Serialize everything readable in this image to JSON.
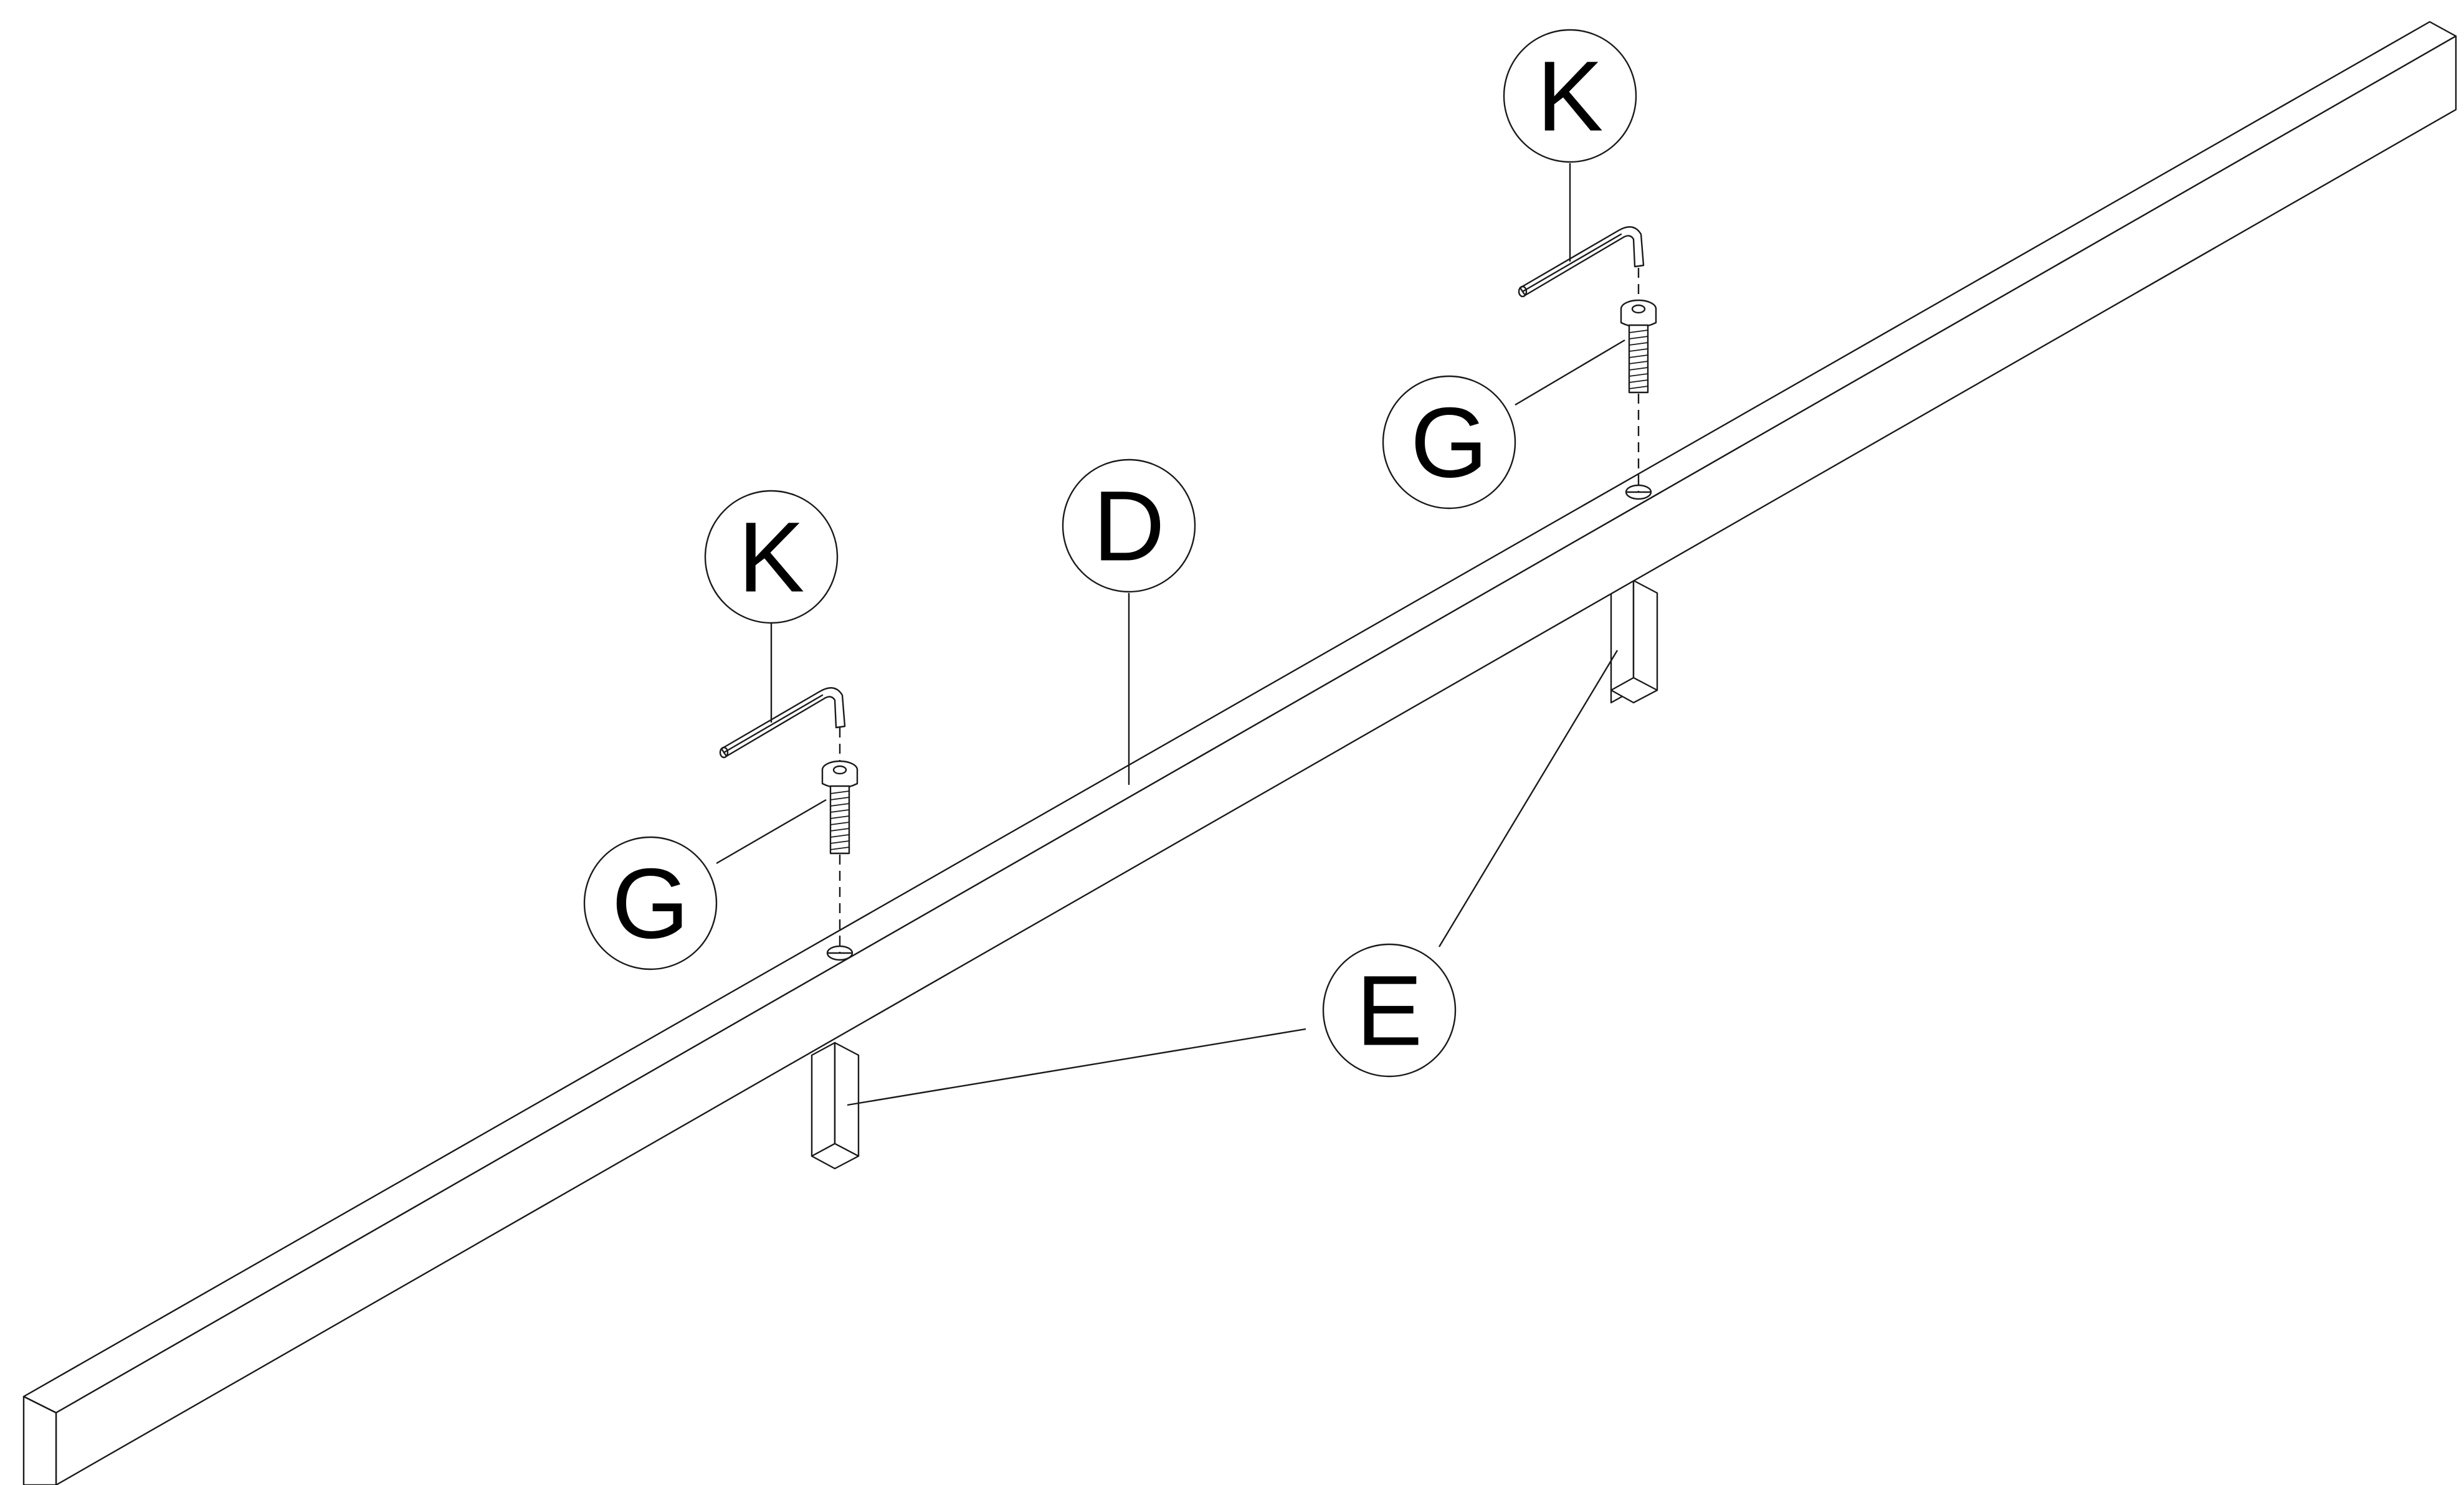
{
  "callouts": {
    "k_right": "K",
    "g_right": "G",
    "d_beam": "D",
    "k_left": "K",
    "g_left": "G",
    "e_legs": "E"
  },
  "parts": [
    "beam",
    "leg-left",
    "leg-right",
    "screw-left",
    "screw-right",
    "hex-key-left",
    "hex-key-right"
  ]
}
